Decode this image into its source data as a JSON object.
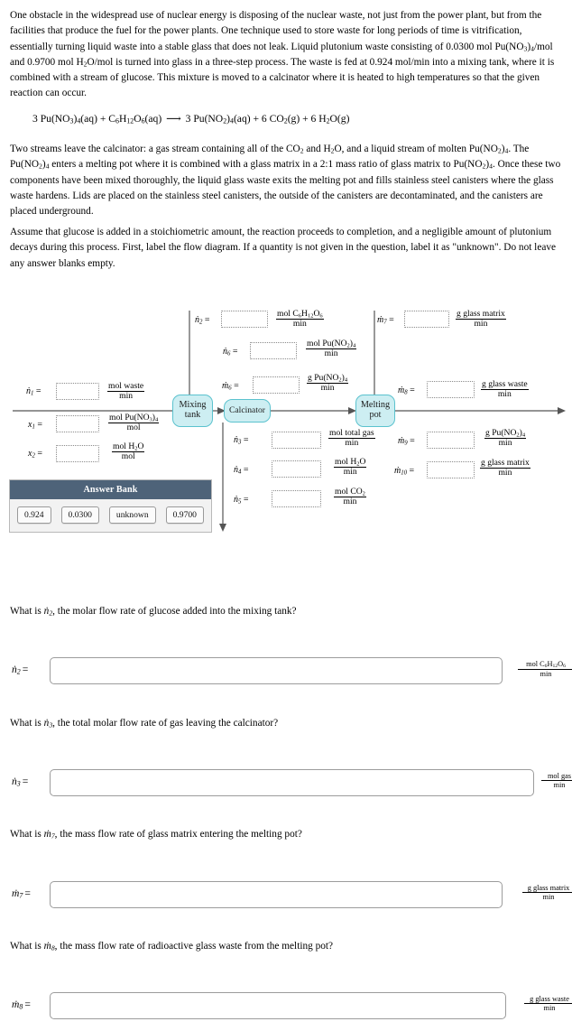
{
  "paragraphs": {
    "p1_part1": "One obstacle in the widespread use of nuclear energy is disposing of the nuclear waste, not just from the power plant, but from the facilities that produce the fuel for the power plants. One technique used to store waste for long periods of time is vitrification, essentially turning liquid waste into a stable glass that does not leak. Liquid plutonium waste consisting of ",
    "p1_value1": "0.0300",
    "p1_part2": " mol Pu(NO",
    "p1_part3": " and ",
    "p1_value2": "0.9700",
    "p1_part4": " mol H",
    "p1_part5": "O/mol is turned into glass in a three-step process. The waste is fed at ",
    "p1_value3": "0.924",
    "p1_part6": " mol/min into a mixing tank, where it is combined with a stream of glucose. This mixture is moved to a calcinator where it is heated to high temperatures so that the given reaction can occur.",
    "p2": "Two streams leave the calcinator: a gas stream containing all of the CO2 and H2O, and a liquid stream of molten Pu(NO2)4. The Pu(NO2)4 enters a melting pot where it is combined with a glass matrix in a 2:1 mass ratio of glass matrix to Pu(NO2)4. Once these two components have been mixed thoroughly, the liquid glass waste exits the melting pot and fills stainless steel canisters where the glass waste hardens. Lids are placed on the stainless steel canisters, the outside of the canisters are decontaminated, and the canisters are placed underground.",
    "p3": "Assume that glucose is added in a stoichiometric amount, the reaction proceeds to completion, and a negligible amount of plutonium decays during this process. First, label the flow diagram. If a quantity is not given in the question, label it as \"unknown\". Do not leave any answer blanks empty."
  },
  "reaction": {
    "full": "3 Pu(NO3)4(aq) + C6H12O6(aq) ⟶ 3 Pu(NO2)4(aq) + 6 CO2(g) + 6 H2O(g)"
  },
  "diagram": {
    "nodes": [
      {
        "id": "mixing-tank",
        "line1": "Mixing",
        "line2": "tank"
      },
      {
        "id": "calcinator",
        "line1": "Calcinator",
        "line2": ""
      },
      {
        "id": "melting-pot",
        "line1": "Melting",
        "line2": "pot"
      }
    ],
    "streams": [
      {
        "id": "n1",
        "var": "n",
        "sub": "1",
        "num": "mol waste",
        "den": "min",
        "value": ""
      },
      {
        "id": "x1",
        "var": "x",
        "sub": "1",
        "num": "mol Pu(NO3)4",
        "den": "mol",
        "value": ""
      },
      {
        "id": "x2",
        "var": "x",
        "sub": "2",
        "num": "mol H2O",
        "den": "mol",
        "value": ""
      },
      {
        "id": "n2",
        "var": "n",
        "sub": "2",
        "num": "mol C6H12O6",
        "den": "min",
        "value": ""
      },
      {
        "id": "n6",
        "var": "n",
        "sub": "6",
        "num": "mol Pu(NO2)4",
        "den": "min",
        "value": ""
      },
      {
        "id": "m6",
        "var": "m",
        "sub": "6",
        "num": "g Pu(NO2)4",
        "den": "min",
        "value": ""
      },
      {
        "id": "n3",
        "var": "n",
        "sub": "3",
        "num": "mol total gas",
        "den": "min",
        "value": ""
      },
      {
        "id": "n4",
        "var": "n",
        "sub": "4",
        "num": "mol H2O",
        "den": "min",
        "value": ""
      },
      {
        "id": "n5",
        "var": "n",
        "sub": "5",
        "num": "mol CO2",
        "den": "min",
        "value": ""
      },
      {
        "id": "m7",
        "var": "m",
        "sub": "7",
        "num": "g glass matrix",
        "den": "min",
        "value": ""
      },
      {
        "id": "m8",
        "var": "m",
        "sub": "8",
        "num": "g glass waste",
        "den": "min",
        "value": ""
      },
      {
        "id": "m9",
        "var": "m",
        "sub": "9",
        "num": "g Pu(NO2)4",
        "den": "min",
        "value": ""
      },
      {
        "id": "m10",
        "var": "m",
        "sub": "10",
        "num": "g glass matrix",
        "den": "min",
        "value": ""
      }
    ]
  },
  "answer_bank": {
    "title": "Answer Bank",
    "chips": [
      "0.924",
      "0.0300",
      "unknown",
      "0.9700"
    ],
    "header_color": "#4e6379"
  },
  "questions": [
    {
      "id": "q-n2",
      "text_before": "What is ",
      "var_inline": "n2",
      "text_after": ", the molar flow rate of glucose added into the mixing tank?",
      "answer_var": "n2",
      "value": "",
      "unit_num": "mol C6H12O6",
      "unit_den": "min"
    },
    {
      "id": "q-n3",
      "text_before": "What is ",
      "var_inline": "n3",
      "text_after": ", the total molar flow rate of gas leaving the calcinator?",
      "answer_var": "n3",
      "value": "",
      "unit_num": "mol gas",
      "unit_den": "min"
    },
    {
      "id": "q-m7",
      "text_before": "What is ",
      "var_inline": "m7",
      "text_after": ", the mass flow rate of glass matrix entering the melting pot?",
      "answer_var": "m7",
      "value": "",
      "unit_num": "g glass matrix",
      "unit_den": "min"
    },
    {
      "id": "q-m8",
      "text_before": "What is ",
      "var_inline": "m8",
      "text_after": ", the mass flow rate of radioactive glass waste from the melting pot?",
      "answer_var": "m8",
      "value": "",
      "unit_num": "g glass waste",
      "unit_den": "min"
    }
  ]
}
